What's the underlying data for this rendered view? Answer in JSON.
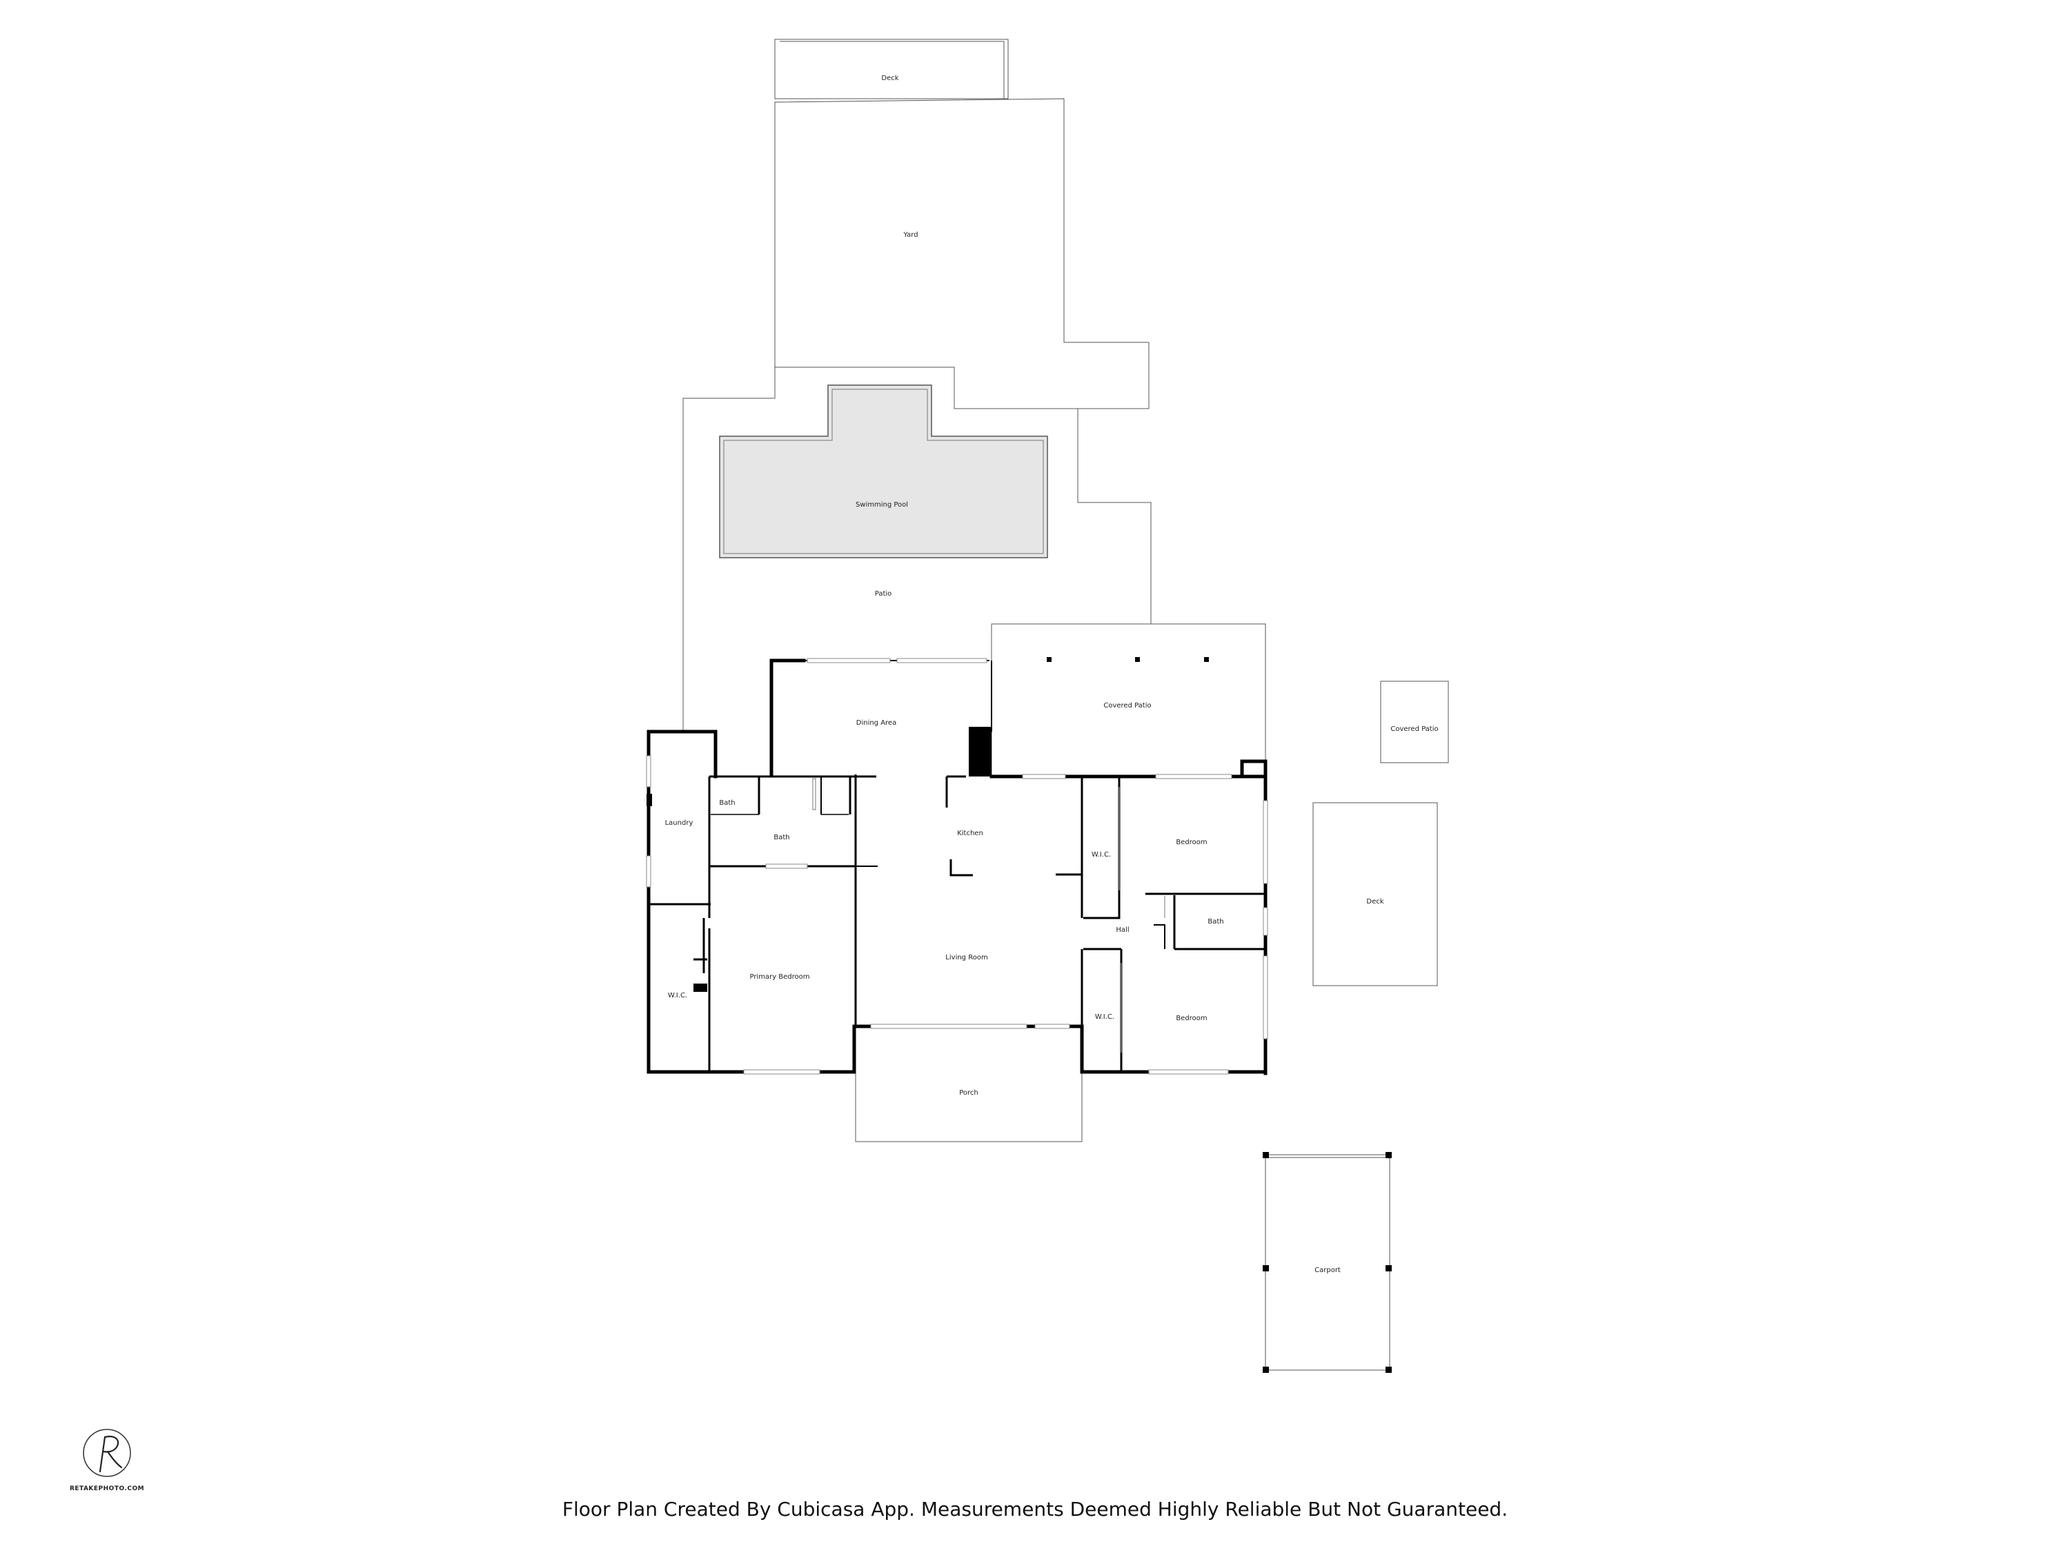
{
  "rooms": {
    "deck_top": "Deck",
    "yard": "Yard",
    "swimming_pool": "Swimming Pool",
    "patio": "Patio",
    "covered_patio": "Covered Patio",
    "covered_patio_side": "Covered Patio",
    "dining_area": "Dining Area",
    "kitchen": "Kitchen",
    "laundry": "Laundry",
    "bath_small": "Bath",
    "bath_main": "Bath",
    "wic_right_top": "W.I.C.",
    "bedroom_top": "Bedroom",
    "hall": "Hall",
    "bath_right": "Bath",
    "living_room": "Living Room",
    "wic_left": "W.I.C.",
    "primary_bedroom": "Primary Bedroom",
    "wic_right_bottom": "W.I.C.",
    "bedroom_bottom": "Bedroom",
    "deck_side": "Deck",
    "porch": "Porch",
    "carport": "Carport"
  },
  "logo": {
    "icon": "retake-r-monogram-icon",
    "text": "RETAKEPHOTO.COM"
  },
  "footer": {
    "disclaimer": "Floor Plan Created By Cubicasa App. Measurements Deemed Highly Reliable But Not Guaranteed."
  },
  "colors": {
    "pool_fill": "#e6e6e6",
    "wall": "#000000",
    "outline": "#555555"
  }
}
